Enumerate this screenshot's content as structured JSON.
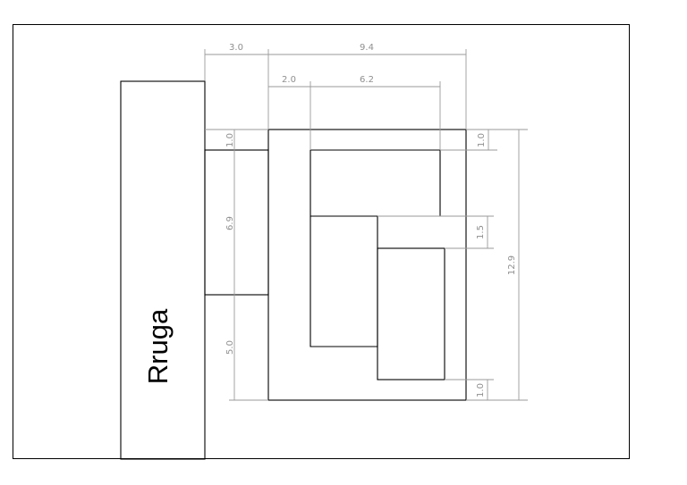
{
  "road": {
    "label": "Rruga"
  },
  "dimensions": {
    "offset_from_road": "3.0",
    "plot_width": "9.4",
    "inner_offset": "2.0",
    "building_width": "6.2",
    "top_margin_left": "1.0",
    "top_margin_right": "1.0",
    "entrance_height": "6.9",
    "lower_height": "5.0",
    "step_gap": "1.5",
    "plot_height": "12.9",
    "bottom_margin": "1.0"
  },
  "colors": {
    "outline": "#000000",
    "dimension": "#9a9a9a"
  }
}
